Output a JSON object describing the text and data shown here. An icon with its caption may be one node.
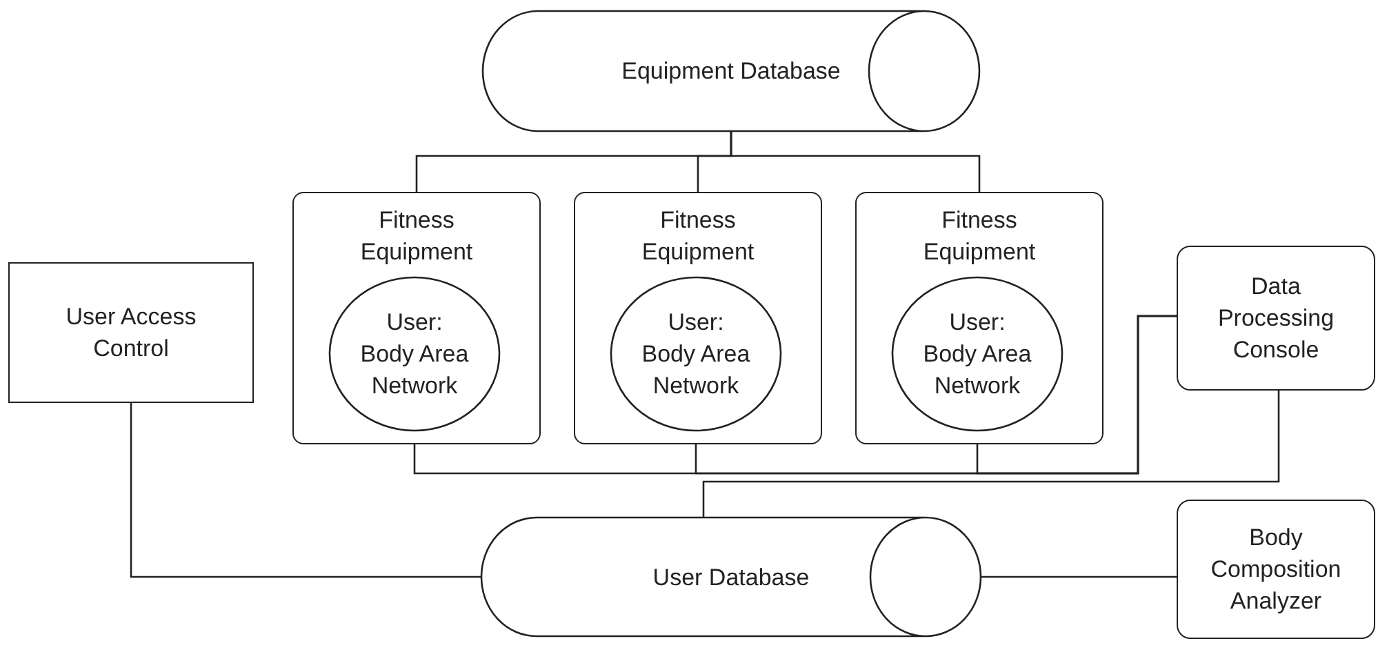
{
  "diagram": {
    "nodes": [
      {
        "text": [
          "Equipment Database"
        ]
      },
      {
        "text": [
          "Fitness Equipment"
        ]
      },
      {
        "text": [
          "User: Body Area Network"
        ],
        "in": 1
      },
      {
        "text": [
          "Fitness Equipment"
        ]
      },
      {
        "text": [
          "User: Body Area Network"
        ],
        "in": 3
      },
      {
        "text": [
          "Fitness Equipment"
        ]
      },
      {
        "text": [
          "User: Body Area Network"
        ],
        "in": 5
      },
      {
        "text": [
          "User Access Control"
        ]
      },
      {
        "text": [
          "Data Processing Console"
        ]
      },
      {
        "text": [
          "User Database"
        ]
      },
      {
        "text": [
          "Body Composition Analyzer"
        ]
      }
    ],
    "edges": [
      {
        "from": 0,
        "to": 1,
        "arrow": "none"
      },
      {
        "from": 0,
        "to": 3,
        "arrow": "none"
      },
      {
        "from": 0,
        "to": 5,
        "arrow": "none"
      },
      {
        "from": 2,
        "to": 8,
        "arrow": "none"
      },
      {
        "from": 4,
        "to": 8,
        "arrow": "none"
      },
      {
        "from": 6,
        "to": 8,
        "arrow": "none"
      },
      {
        "from": 8,
        "to": 9,
        "arrow": "none"
      },
      {
        "from": 7,
        "to": 9,
        "arrow": "none"
      },
      {
        "from": 9,
        "to": 10,
        "arrow": "none"
      }
    ]
  }
}
